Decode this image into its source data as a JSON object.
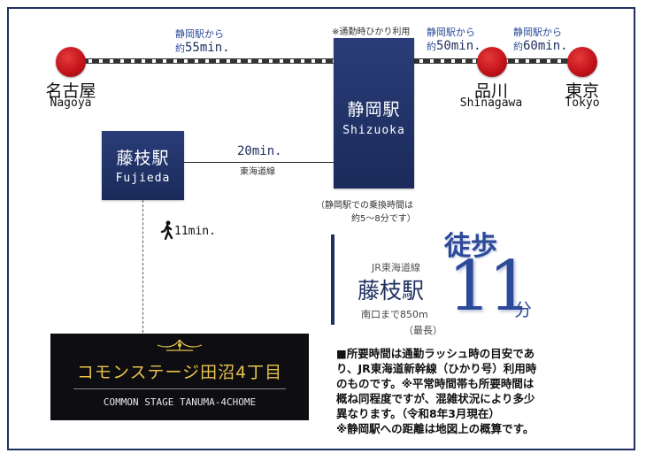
{
  "stations": {
    "nagoya": {
      "ja": "名古屋",
      "en": "Nagoya"
    },
    "shinagawa": {
      "ja": "品川",
      "en": "Shinagawa"
    },
    "tokyo": {
      "ja": "東京",
      "en": "Tokyo"
    },
    "shizuoka": {
      "ja": "静岡駅",
      "en": "Shizuoka"
    },
    "fujieda": {
      "ja": "藤枝駅",
      "en": "Fujieda"
    }
  },
  "segments": {
    "nagoya": {
      "from": "静岡駅から",
      "prefix": "約",
      "value": "55min."
    },
    "shinagawa": {
      "from": "静岡駅から",
      "prefix": "約",
      "value": "50min."
    },
    "tokyo": {
      "from": "静岡駅から",
      "prefix": "約",
      "value": "60min."
    },
    "fujieda_shizuoka": {
      "value": "20min.",
      "line": "東海道線"
    }
  },
  "notes": {
    "hikari": "※通勤時ひかり利用",
    "transfer_1": "（静岡駅での乗換時間は",
    "transfer_2": "約5〜8分です）"
  },
  "walk_route": {
    "value": "11min."
  },
  "walk": {
    "label": "徒歩",
    "line": "JR東海道線",
    "station": "藤枝駅",
    "exit": "南口まで850m",
    "max": "（最長）",
    "minutes": "11",
    "unit": "分"
  },
  "info_lines": [
    "■所要時間は通勤ラッシュ時の目安であ",
    "り、JR東海道新幹線（ひかり号）利用時",
    "のものです。※平常時間帯も所要時間は",
    "概ね同程度ですが、混雑状況により多少",
    "異なります。（令和8年3月現在）",
    "※静岡駅への距離は地図上の概算です。"
  ],
  "property": {
    "name": "コモンステージ田沼4丁目",
    "name_en": "COMMON STAGE TANUMA-4CHOME"
  },
  "colors": {
    "navy": "#1f3060",
    "accent": "#2d4a9a",
    "station_dot": "#c4141c",
    "gold": "#e8c24a"
  }
}
